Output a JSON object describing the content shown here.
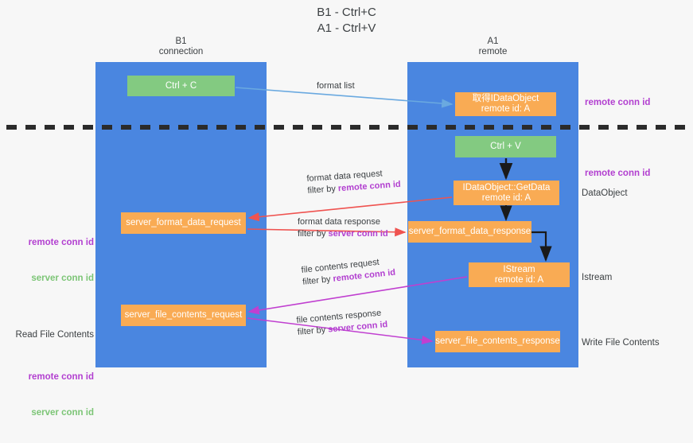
{
  "title": "B1 - Ctrl+C\nA1 - Ctrl+V",
  "lanes": [
    {
      "name": "lane-b1",
      "header": "B1\nconnection"
    },
    {
      "name": "lane-a1",
      "header": "A1\nremote"
    }
  ],
  "boxes": {
    "ctrl_c": "Ctrl + C",
    "get_data_object": "取得IDataObject\nremote id: A",
    "ctrl_v": "Ctrl + V",
    "idataobject_getdata": "IDataObject::GetData\nremote id: A",
    "server_format_data_request": "server_format_data_request",
    "server_format_data_response": "server_format_data_response",
    "istream": "IStream\nremote id: A",
    "server_file_contents_request": "server_file_contents_request",
    "server_file_contents_response": "server_file_contents_response"
  },
  "arrow_labels": {
    "format_list": "format list",
    "format_data_request": "format data request",
    "format_data_request_filter_prefix": "filter by ",
    "format_data_request_filter_key": "remote conn id",
    "format_data_response": "format data response",
    "format_data_response_filter_prefix": "filter by ",
    "format_data_response_filter_key": "server conn id",
    "file_contents_request": "file contents request",
    "file_contents_request_filter_prefix": "filter by ",
    "file_contents_request_filter_key": "remote conn id",
    "file_contents_response": "file contents response",
    "file_contents_response_filter_prefix": "filter by ",
    "file_contents_response_filter_key": "server conn id"
  },
  "annotations": {
    "right_remote_conn_id_top": "remote conn id",
    "right_remote_conn_id_mid": "remote conn id",
    "right_dataobject": "DataObject",
    "right_istream": "Istream",
    "right_write_file_contents": "Write File Contents",
    "left_remote_conn_id": "remote conn id",
    "left_server_conn_id": "server conn id",
    "left_read_file_contents": "Read File Contents",
    "left_remote_conn_id_2": "remote conn id",
    "left_server_conn_id_2": "server conn id"
  },
  "colors": {
    "lane": "#4a86e0",
    "green_box": "#83ca81",
    "orange_box": "#f9ab54",
    "magenta_text": "#b23fd0",
    "green_text": "#7cc576",
    "arrow_blue": "#6aa9e0",
    "arrow_red": "#ef5350",
    "arrow_magenta": "#c03fd0",
    "arrow_black": "#1a1a1a",
    "background": "#f7f7f7"
  }
}
